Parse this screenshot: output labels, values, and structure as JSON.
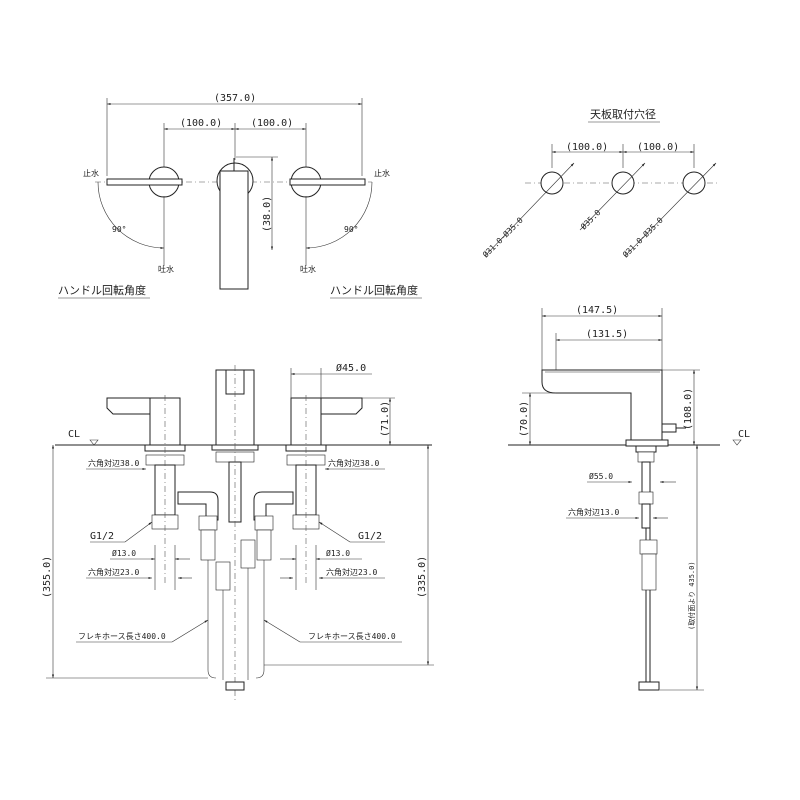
{
  "top_view": {
    "overall_width": "(357.0)",
    "spacing_left": "(100.0)",
    "spacing_right": "(100.0)",
    "spout_offset": "(38.0)",
    "stop_left": "止水",
    "stop_right": "止水",
    "open_left": "吐水",
    "open_right": "吐水",
    "angle_left": "90°",
    "angle_right": "90°",
    "caption_left": "ハンドル回転角度",
    "caption_right": "ハンドル回転角度"
  },
  "hole_view": {
    "title": "天板取付穴径",
    "spacing_left": "(100.0)",
    "spacing_right": "(100.0)",
    "hole_left": "Ø31.0~Ø35.0",
    "hole_center": "Ø35.0",
    "hole_right": "Ø31.0~Ø35.0"
  },
  "front_view": {
    "cl": "CL",
    "handle_dia": "Ø45.0",
    "handle_height": "(71.0)",
    "hex_left": "六角対辺38.0",
    "hex_right": "六角対辺38.0",
    "thread_left": "G1/2",
    "thread_right": "G1/2",
    "pipe_left": "Ø13.0",
    "pipe_right": "Ø13.0",
    "hex23_left": "六角対辺23.0",
    "hex23_right": "六角対辺23.0",
    "hose_left": "フレキホース長さ400.0",
    "hose_right": "フレキホース長さ400.0",
    "depth_left": "(355.0)",
    "depth_right": "(335.0)"
  },
  "side_view": {
    "reach_total": "(147.5)",
    "reach_spout": "(131.5)",
    "spout_height": "(70.0)",
    "total_height": "(108.0)",
    "cl": "CL",
    "base_dia": "Ø55.0",
    "hex13": "六角対辺13.0",
    "rod_length": "(取付面より 435.0)"
  }
}
